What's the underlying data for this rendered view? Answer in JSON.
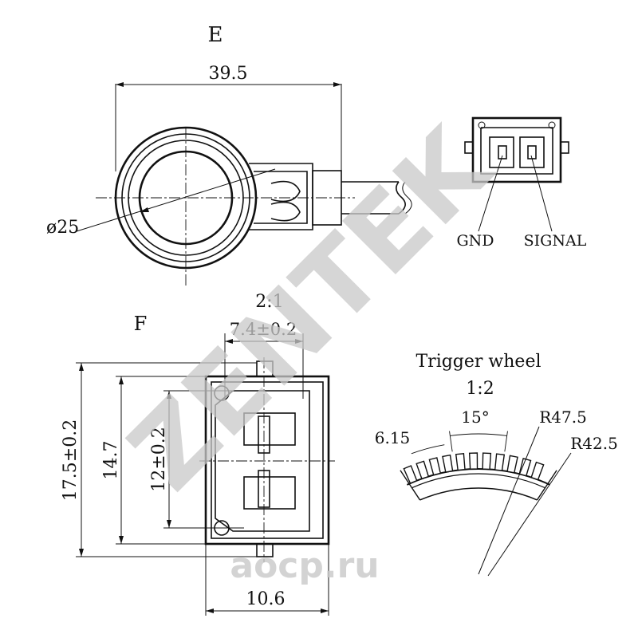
{
  "views": {
    "e": {
      "label": "E",
      "width_dim": "39.5",
      "diameter_dim": "ø25"
    },
    "pins": {
      "gnd": "GND",
      "signal": "SIGNAL"
    },
    "f": {
      "label": "F",
      "scale": "2:1",
      "pitch_dim": "7.4±0.2",
      "height_dim": "17.5±0.2",
      "inner_height_dim": "14.7",
      "center_dim": "12±0.2",
      "width_dim": "10.6"
    },
    "trigger_wheel": {
      "title": "Trigger wheel",
      "scale": "1:2",
      "tooth_dim": "6.15",
      "angle_dim": "15°",
      "outer_radius": "R47.5",
      "inner_radius": "R42.5"
    }
  },
  "watermarks": {
    "brand": "ZENTEK",
    "site": "aocp.ru"
  }
}
